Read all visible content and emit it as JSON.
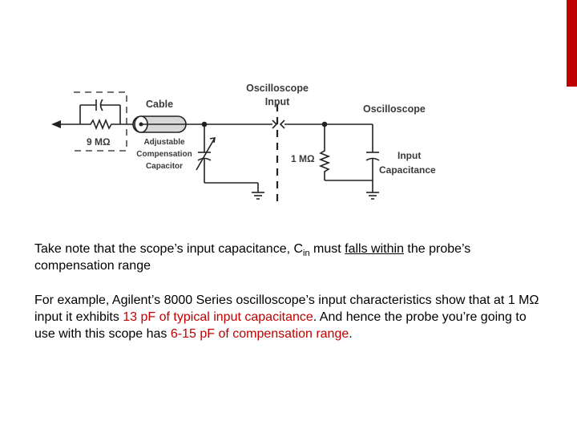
{
  "colors": {
    "accent_bar": "#c00000",
    "highlight": "#c00000",
    "wire": "#222222",
    "cable_fill": "#d8d8d8"
  },
  "diagram": {
    "labels": {
      "scope_input_1": "Oscilloscope",
      "scope_input_2": "Input",
      "oscilloscope": "Oscilloscope",
      "cable": "Cable",
      "probe_resistor": "9 MΩ",
      "adjustable_1": "Adjustable",
      "adjustable_2": "Compensation",
      "adjustable_3": "Capacitor",
      "scope_resistor": "1 MΩ",
      "input_cap_1": "Input",
      "input_cap_2": "Capacitance"
    }
  },
  "paragraph1": {
    "part1": "Take note that the scope’s input capacitance, C",
    "sub": "in",
    "part2": " must ",
    "underlined": "falls within",
    "part3": " the probe’s compensation range"
  },
  "paragraph2": {
    "part1": "For example, Agilent’s 8000 Series oscilloscope’s input characteristics show that at 1 MΩ input it exhibits ",
    "hl1": "13 pF of typical input capacitance",
    "part2": ". And hence the probe you’re going to use with this scope has ",
    "hl2": "6-15 pF of compensation range",
    "part3": "."
  }
}
